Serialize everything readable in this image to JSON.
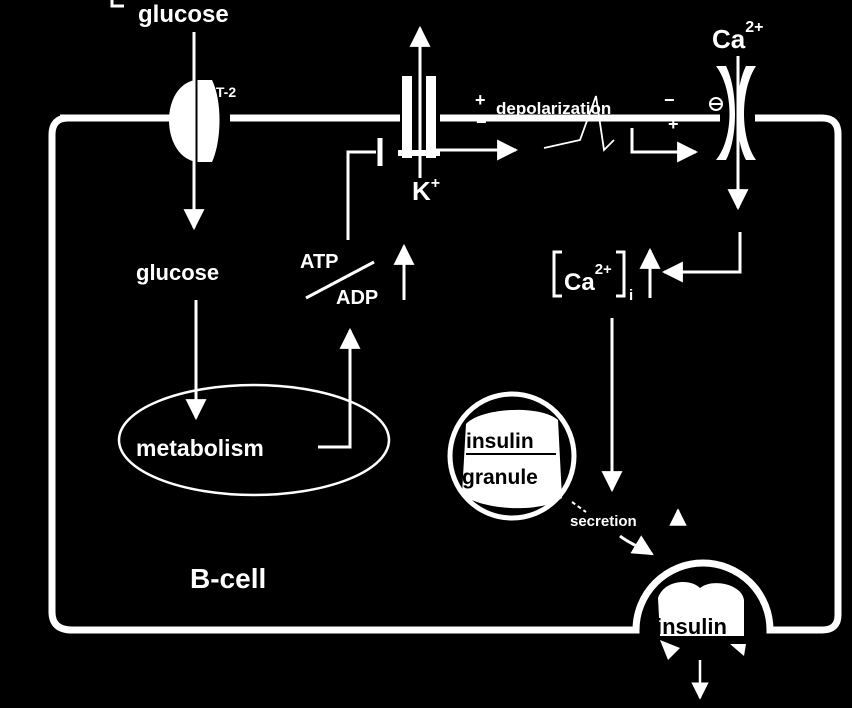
{
  "labels": {
    "glucose_outside": "glucose",
    "transporter": "GT-2",
    "glucose_inside": "glucose",
    "metabolism": "metabolism",
    "atp": "ATP",
    "adp": "ADP",
    "k_ion": "K",
    "k_charge": "+",
    "depolarization": "depolarization",
    "ca_ion": "Ca",
    "ca_charge": "2+",
    "ca_intracellular": "Ca",
    "ca_intracellular_charge": "2+",
    "ca_intracellular_sub": "i",
    "insulin_granule_line1": "insulin",
    "insulin_granule_line2": "granule",
    "secretion": "secretion",
    "cell_name": "B-cell",
    "insulin_released": "insulin"
  },
  "colors": {
    "background": "#000000",
    "foreground": "#ffffff"
  }
}
